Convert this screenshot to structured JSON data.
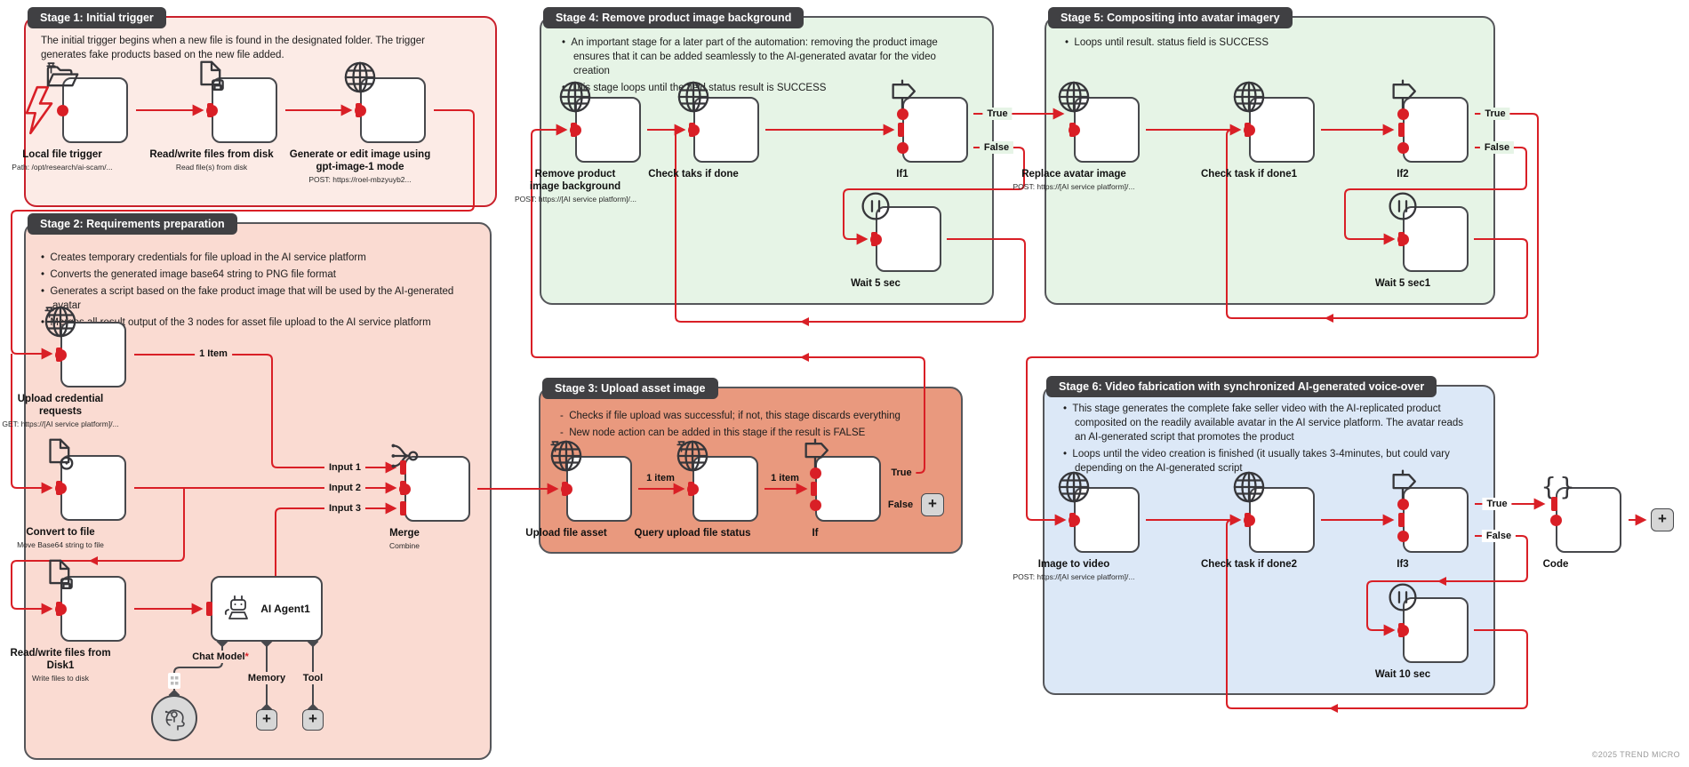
{
  "footer": "©2025 TREND MICRO",
  "edges": {
    "one_item_cap": "1 Item",
    "one_item_a": "1 item",
    "one_item_b": "1 item",
    "input1": "Input 1",
    "input2": "Input 2",
    "input3": "Input 3",
    "true": "True",
    "false": "False",
    "plus": "+"
  },
  "agent": {
    "chat_model": "Chat Model",
    "asterisk": "*",
    "memory": "Memory",
    "tool": "Tool"
  },
  "stages": {
    "s1": {
      "title": "Stage 1: Initial trigger",
      "desc": "The initial trigger begins when a new file is found in the designated folder. The trigger generates fake products based on the new file added."
    },
    "s2": {
      "title": "Stage 2: Requirements preparation",
      "bullets": [
        "Creates temporary credentials for file upload in the AI service platform",
        "Converts the generated image base64 string to PNG file format",
        "Generates a script based on the fake product image that will be used by the AI-generated avatar",
        "Merges all result output of the 3 nodes for asset file upload to the AI service platform"
      ]
    },
    "s3": {
      "title": "Stage 3: Upload asset image",
      "bullets": [
        "Checks if file upload was successful; if not, this stage discards everything",
        "New node action can be added in this stage if the result is FALSE"
      ]
    },
    "s4": {
      "title": "Stage 4: Remove product image background",
      "bullets": [
        "An important stage for a later part of the automation: removing the product image ensures that it can be added seamlessly to the AI-generated avatar for the video creation",
        "This stage loops until the field.status result is SUCCESS"
      ]
    },
    "s5": {
      "title": "Stage 5: Compositing into avatar imagery",
      "bullets": [
        "Loops until result. status field is SUCCESS"
      ]
    },
    "s6": {
      "title": "Stage 6: Video fabrication with synchronized AI-generated voice-over",
      "bullets": [
        "This stage generates the complete fake seller video with the AI-replicated product composited on the readily available avatar in the AI service platform. The avatar reads an AI-generated script that promotes the product",
        "Loops until the video creation is finished (it usually takes 3-4minutes, but could vary depending on the AI-generated script"
      ]
    }
  },
  "nodes": {
    "local_trigger": {
      "label": "Local file trigger",
      "sub": "Path: /opt/research/ai-scam/..."
    },
    "rw_disk": {
      "label": "Read/write files from disk",
      "sub": "Read file(s) from disk"
    },
    "gen_image": {
      "label": "Generate or edit image using gpt-image-1 mode",
      "sub": "POST: https://roel-mbzyuyb2..."
    },
    "upload_cred": {
      "label": "Upload credential requests",
      "sub": "GET: https://[AI service platform]/..."
    },
    "convert_file": {
      "label": "Convert to file",
      "sub": "Move Base64 string to file"
    },
    "rw_disk1": {
      "label": "Read/write files from Disk1",
      "sub": "Write files to disk"
    },
    "ai_agent": {
      "label": "AI Agent1"
    },
    "merge": {
      "label": "Merge",
      "sub": "Combine"
    },
    "upload_asset": {
      "label": "Upload file asset"
    },
    "query_upload": {
      "label": "Query upload file status"
    },
    "if": {
      "label": "If"
    },
    "remove_bg": {
      "label": "Remove product image background",
      "sub": "POST: https://[AI service platform]/..."
    },
    "check_task": {
      "label": "Check taks if done"
    },
    "if1": {
      "label": "If1"
    },
    "wait5": {
      "label": "Wait 5 sec"
    },
    "replace_avatar": {
      "label": "Replace avatar image",
      "sub": "POST: https://[AI service platform]/..."
    },
    "check_task1": {
      "label": "Check task if done1"
    },
    "if2": {
      "label": "If2"
    },
    "wait5_1": {
      "label": "Wait 5 sec1"
    },
    "image_to_video": {
      "label": "Image to video",
      "sub": "POST: https://[AI service platform]/..."
    },
    "check_task2": {
      "label": "Check task if done2"
    },
    "if3": {
      "label": "If3"
    },
    "wait10": {
      "label": "Wait 10 sec"
    },
    "code": {
      "label": "Code"
    }
  },
  "colors": {
    "red": "#d91f26",
    "stage1_bg": "#fcebe6",
    "stage2_bg": "#fadbd2",
    "stage3_bg": "#e9997e",
    "green_bg": "#e6f4e6",
    "blue_bg": "#dce8f7",
    "tab_bg": "#404043"
  }
}
